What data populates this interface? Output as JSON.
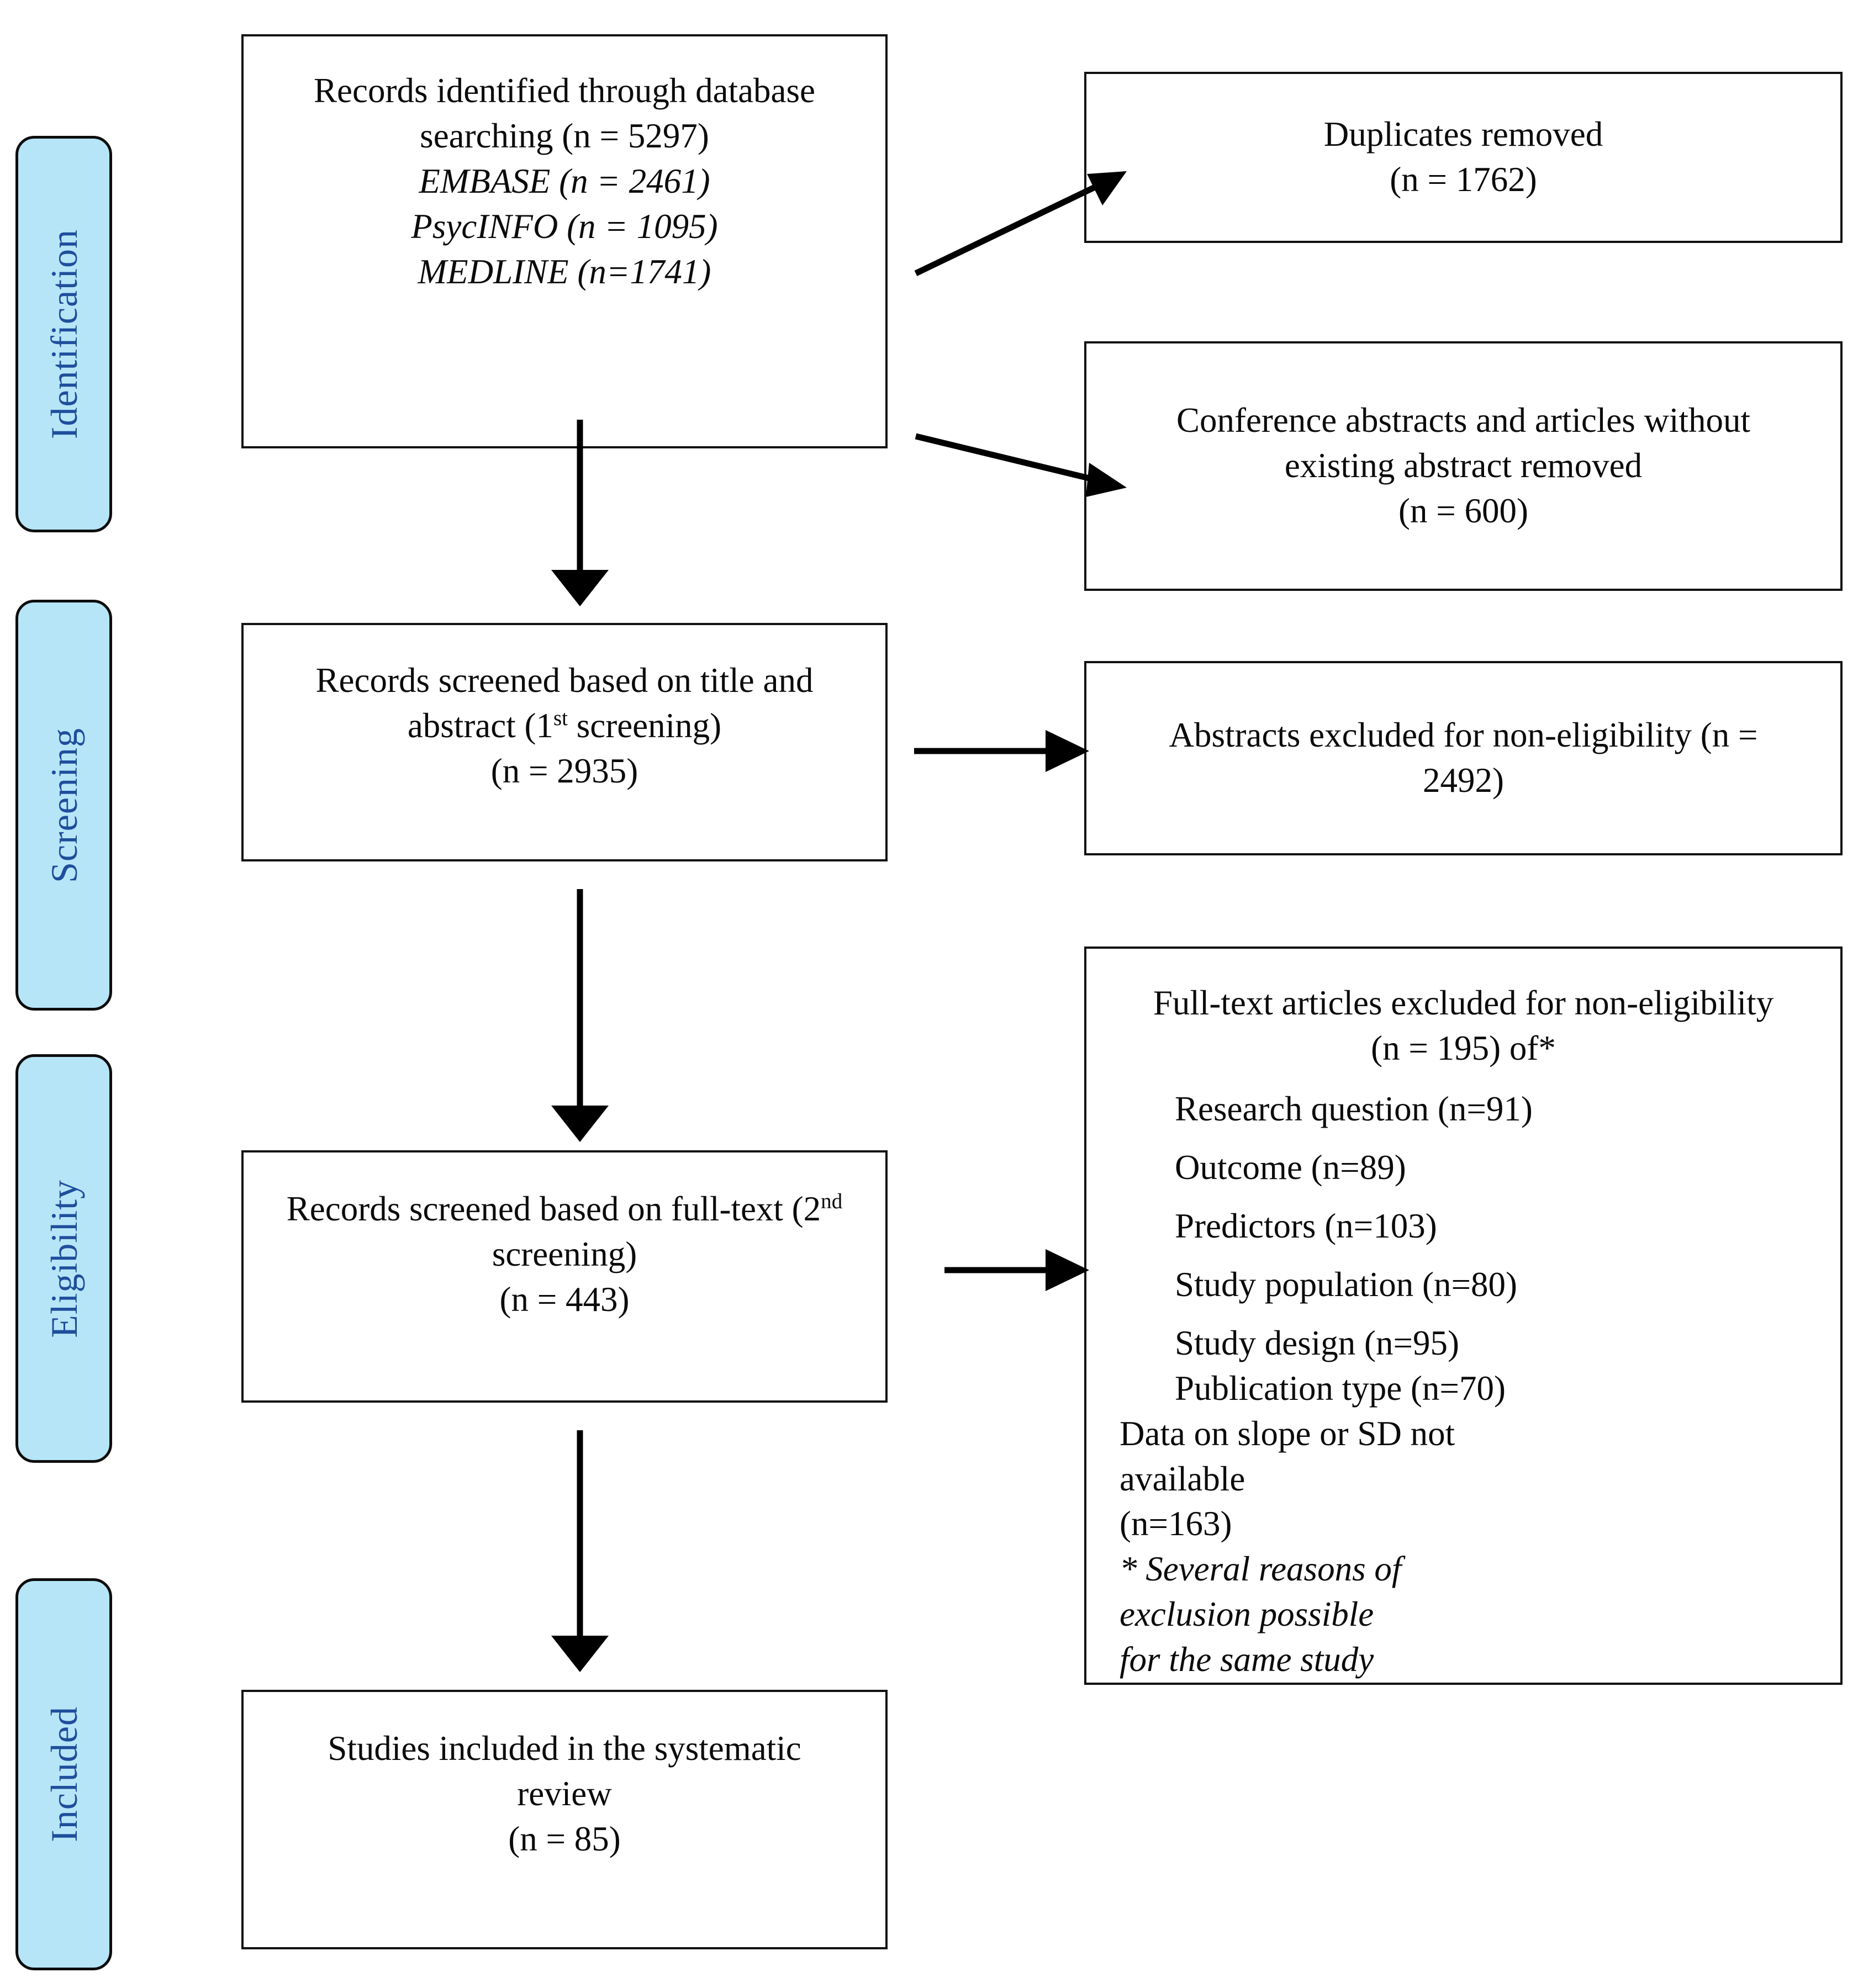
{
  "diagram": {
    "title": "PRISMA study selection flow diagram",
    "accent_blue_fill": "#b6e5f8",
    "accent_blue_text": "#1f4e9c",
    "box_border": "#111111"
  },
  "stages": [
    {
      "id": "identification",
      "label": "Identification"
    },
    {
      "id": "screening",
      "label": "Screening"
    },
    {
      "id": "eligibility",
      "label": "Eligibility"
    },
    {
      "id": "included",
      "label": "Included"
    }
  ],
  "boxes": {
    "records_identified": {
      "line1": "Records identified through database",
      "line2": "searching (n = 5297)",
      "line3": "EMBASE (n = 2461)",
      "line4": "PsycINFO (n = 1095)",
      "line5": "MEDLINE (n=1741)"
    },
    "duplicates_removed": {
      "line1": "Duplicates removed",
      "line2": "(n = 1762)"
    },
    "conference_removed": {
      "line1": "Conference abstracts and articles without",
      "line2": "existing abstract removed",
      "line3": "(n = 600)"
    },
    "screened_title_abstract": {
      "line1_a": "Records screened based on title and",
      "line1_b": "abstract (1",
      "line1_sup": "st",
      "line1_c": " screening)",
      "line2": "(n = 2935)"
    },
    "abstracts_excluded": {
      "line1": "Abstracts excluded for non-eligibility (n =",
      "line2": "2492)"
    },
    "screened_fulltext": {
      "line1_a": "Records screened based on full-text (2",
      "line1_sup": "nd",
      "line1_b": "screening)",
      "line2": "(n = 443)"
    },
    "fulltext_excluded": {
      "heading_line1": "Full-text articles excluded for non-eligibility",
      "heading_line2": "(n = 195) of*",
      "reasons": [
        "Research question (n=91)",
        "Outcome (n=89)",
        "Predictors (n=103)",
        "Study population (n=80)",
        "Study design (n=95)",
        "Publication type (n=70)"
      ],
      "extra_line1": "Data on slope or SD not",
      "extra_line2": "available",
      "extra_line3": "(n=163)",
      "footnote_line1": "* Several reasons of",
      "footnote_line2": "exclusion possible",
      "footnote_line3": " for the same study"
    },
    "studies_included": {
      "line1": "Studies included in the systematic",
      "line2": "review",
      "line3": "(n = 85)"
    }
  },
  "arrows": [
    {
      "id": "identified-to-duplicates",
      "kind": "diagonal-up-right"
    },
    {
      "id": "identified-to-conference",
      "kind": "diagonal-down-right"
    },
    {
      "id": "identified-to-screened",
      "kind": "vertical-down"
    },
    {
      "id": "screened-to-abstracts-excluded",
      "kind": "horizontal-right"
    },
    {
      "id": "screened-to-fulltext",
      "kind": "vertical-down"
    },
    {
      "id": "fulltext-to-excluded",
      "kind": "horizontal-right"
    },
    {
      "id": "fulltext-to-included",
      "kind": "vertical-down"
    }
  ]
}
